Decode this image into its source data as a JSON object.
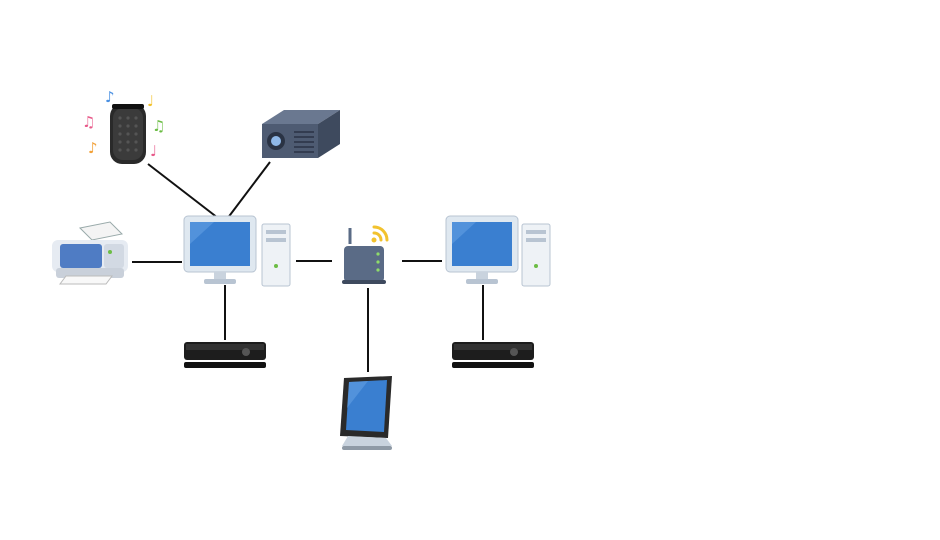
{
  "diagram": {
    "background": "#ffffff",
    "line_color": "#111111",
    "nodes": [
      {
        "id": "smart-speaker",
        "icon": "smart-speaker-icon"
      },
      {
        "id": "projector",
        "icon": "projector-icon"
      },
      {
        "id": "printer",
        "icon": "printer-icon"
      },
      {
        "id": "pc-left",
        "icon": "desktop-pc-icon"
      },
      {
        "id": "router",
        "icon": "wifi-router-icon"
      },
      {
        "id": "pc-right",
        "icon": "desktop-pc-icon"
      },
      {
        "id": "kinect-left",
        "icon": "kinect-sensor-icon"
      },
      {
        "id": "kinect-right",
        "icon": "kinect-sensor-icon"
      },
      {
        "id": "tablet",
        "icon": "tablet-stand-icon"
      }
    ],
    "edges": [
      {
        "from": "smart-speaker",
        "to": "pc-left"
      },
      {
        "from": "projector",
        "to": "pc-left"
      },
      {
        "from": "printer",
        "to": "pc-left"
      },
      {
        "from": "pc-left",
        "to": "router"
      },
      {
        "from": "router",
        "to": "pc-right"
      },
      {
        "from": "pc-left",
        "to": "kinect-left"
      },
      {
        "from": "router",
        "to": "tablet"
      },
      {
        "from": "pc-right",
        "to": "kinect-right"
      }
    ],
    "colors": {
      "monitor_screen": "#3a7fd0",
      "monitor_frame": "#dfe8f0",
      "device_dark": "#222222",
      "router_body": "#5a6b86",
      "wifi_signal": "#f2c22e",
      "note_pink": "#e85a8a",
      "note_green": "#6cbd45",
      "note_blue": "#4a90e2",
      "note_orange": "#f2a23a",
      "note_yellow": "#f2c22e"
    }
  }
}
